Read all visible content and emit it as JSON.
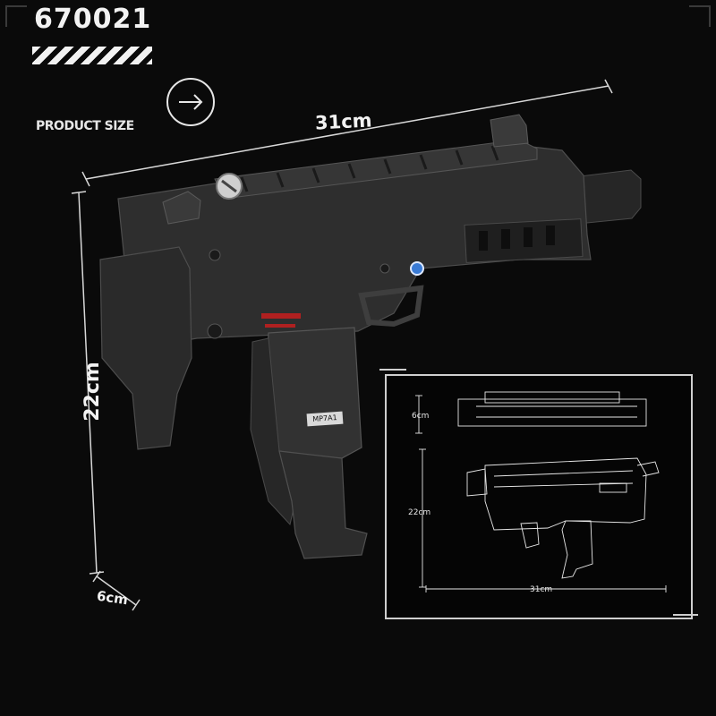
{
  "header": {
    "model_id": "670021",
    "section_label": "PRODUCT SIZE"
  },
  "dimensions": {
    "length": "31cm",
    "height": "22cm",
    "depth": "6cm"
  },
  "product": {
    "model_marking": "MP7A1"
  },
  "blueprint": {
    "width_label": "6cm",
    "height_label": "22cm",
    "length_label": "31cm"
  },
  "icons": [
    "arrow-right-icon",
    "stripe-pattern"
  ],
  "colors": {
    "background": "#0a0a0a",
    "text": "#f2f2f2",
    "brick_dark": "#2b2b2b",
    "brick_mid": "#3a3a3a",
    "accent_red": "#b02020",
    "accent_blue": "#3a7bd5"
  }
}
